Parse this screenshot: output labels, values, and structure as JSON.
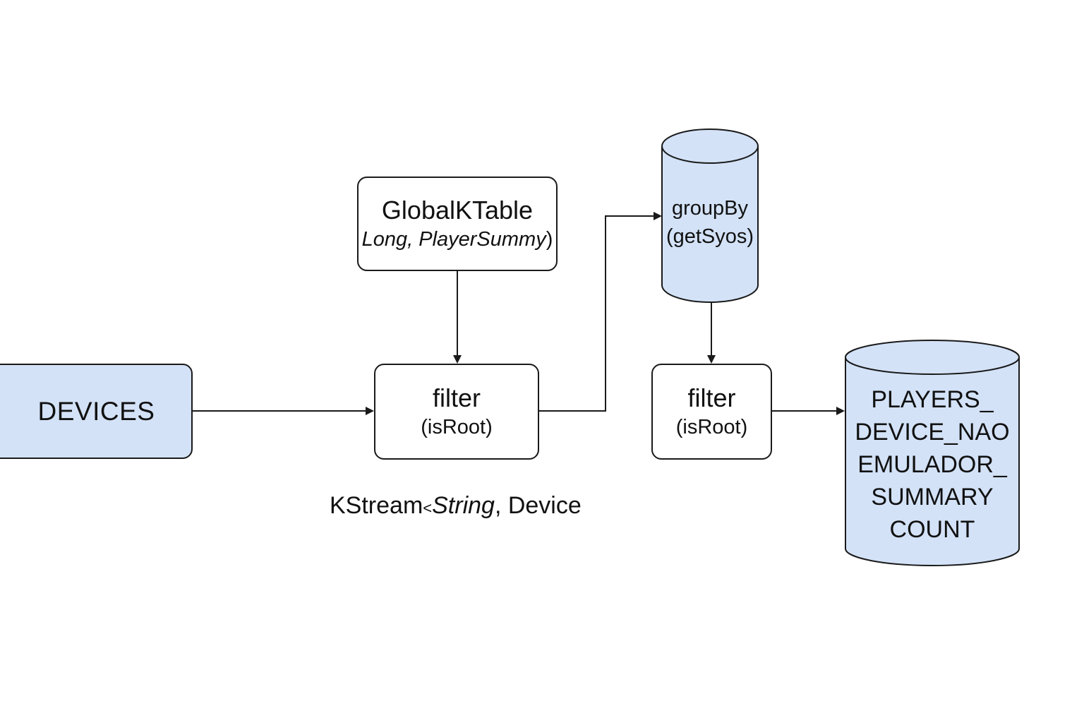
{
  "nodes": {
    "devices": {
      "label": "DEVICES"
    },
    "global_ktable": {
      "title": "GlobalKTable",
      "subtitle_part1": "Long, PlayerSummy",
      "subtitle_part2": ")"
    },
    "filter_1": {
      "label": "filter",
      "sublabel": "(isRoot)"
    },
    "group_by": {
      "label": "groupBy",
      "sublabel": "(getSyos)"
    },
    "filter_2": {
      "label": "filter",
      "sublabel": "(isRoot)"
    },
    "output_topic": {
      "lines": [
        "PLAYERS_",
        "DEVICE_NAO",
        "EMULADOR_",
        "SUMMARY",
        "COUNT"
      ]
    }
  },
  "stream_caption": {
    "prefix": "KStream",
    "lt": "<",
    "type": "String",
    "suffix": ", Device"
  },
  "colors": {
    "node_fill_blue": "#d3e2f7",
    "node_fill_white": "#ffffff",
    "stroke": "#1a1a1a"
  }
}
